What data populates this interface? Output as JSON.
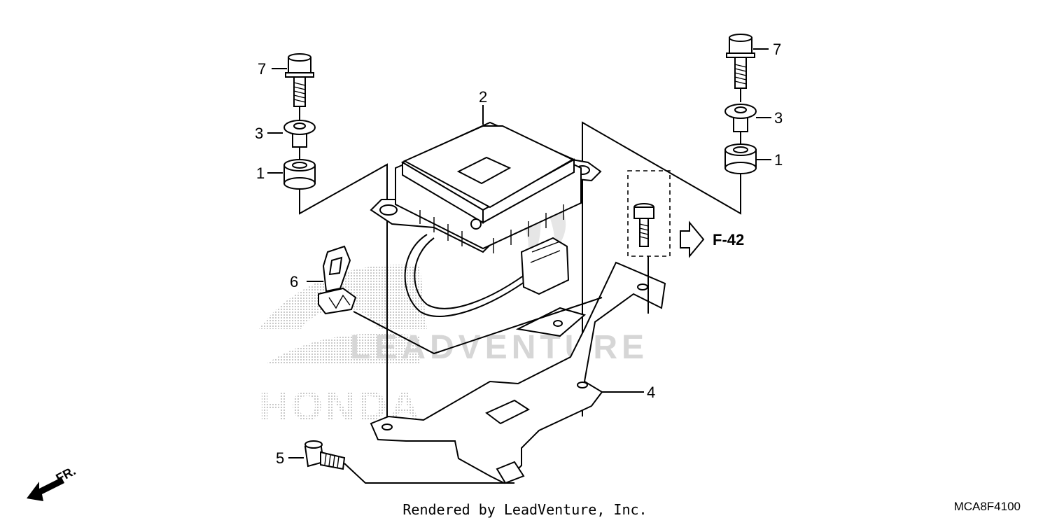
{
  "callouts": {
    "left_bolt": "7",
    "left_collar": "3",
    "left_grommet": "1",
    "right_bolt": "7",
    "right_collar": "3",
    "right_grommet": "1",
    "control_unit": "2",
    "bracket": "4",
    "flange_bolt": "5",
    "clip": "6"
  },
  "reference": "F-42",
  "direction_label": "FR.",
  "watermark": {
    "brand": "HONDA",
    "text": "LEADVENTURE"
  },
  "footer": {
    "rendered_by": "Rendered by LeadVenture, Inc.",
    "diagram_code": "MCA8F4100"
  }
}
